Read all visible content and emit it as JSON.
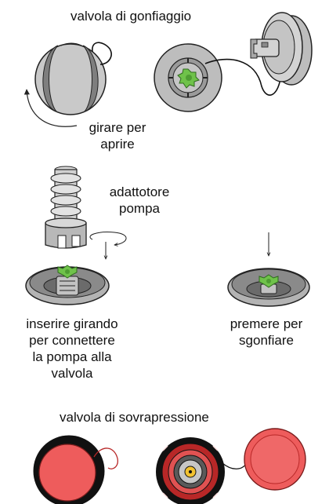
{
  "diagram": {
    "inflation_valve_title": "valvola di gonfiaggio",
    "turn_to_open_line1": "girare per",
    "turn_to_open_line2": "aprire",
    "pump_adapter_line1": "adattotore",
    "pump_adapter_line2": "pompa",
    "insert_line1": "inserire girando",
    "insert_line2": "per connettere",
    "insert_line3": "la pompa alla",
    "insert_line4": "valvola",
    "deflate_line1": "premere per",
    "deflate_line2": "sgonfiare",
    "overpressure_valve_title": "valvola di sovrapressione"
  },
  "colors": {
    "valve_grey": "#bcbcbc",
    "dark_grey": "#8f8f8f",
    "green_core": "#6fc24a",
    "relief_red": "#ee5c5c",
    "dark_red": "#b82727",
    "outline": "#222222"
  },
  "icons": [
    "turn-arrow-icon",
    "down-arrow-icon",
    "rotate-arrow-icon"
  ]
}
